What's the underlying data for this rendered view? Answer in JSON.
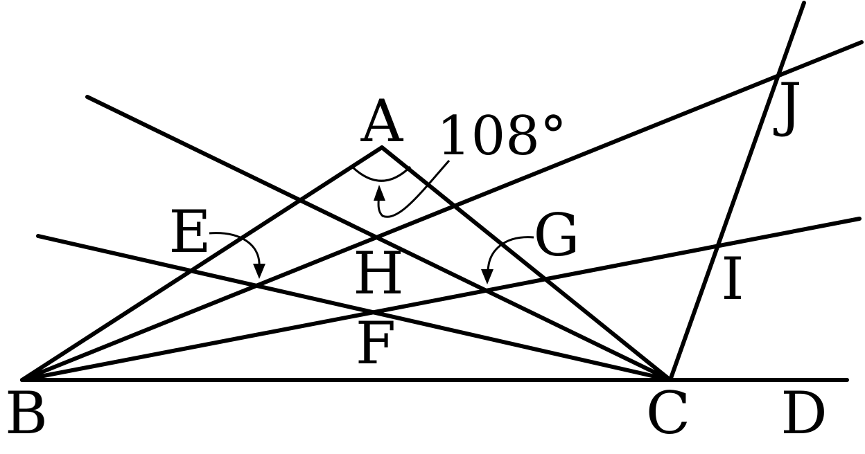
{
  "labels": {
    "A": "A",
    "B": "B",
    "C": "C",
    "D": "D",
    "E": "E",
    "F": "F",
    "G": "G",
    "H": "H",
    "I": "I",
    "J": "J"
  },
  "angle_label": "108°",
  "colors": {
    "stroke": "#000000",
    "background": "#ffffff"
  }
}
